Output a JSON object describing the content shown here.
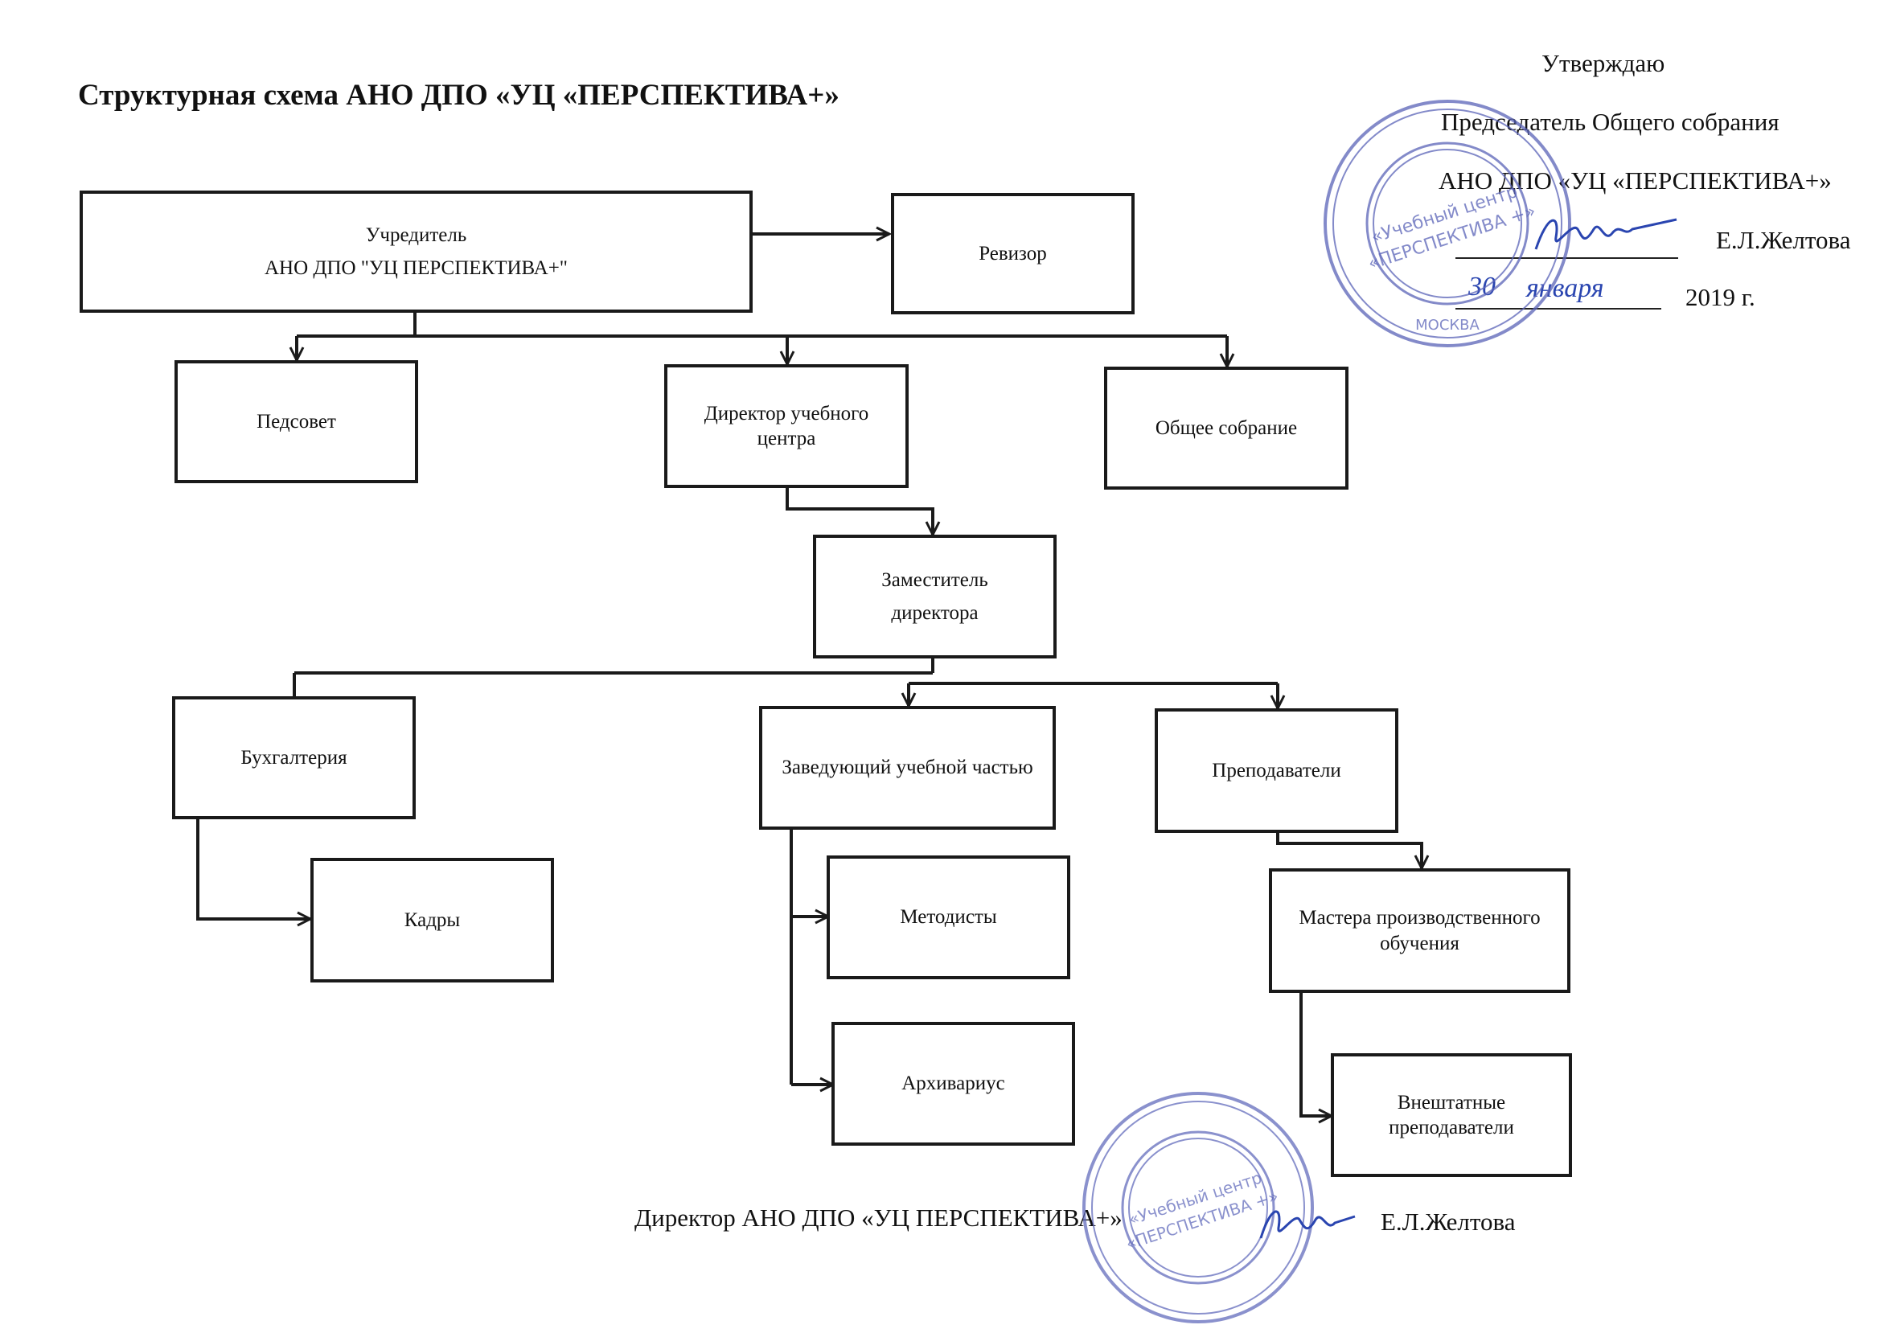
{
  "title": "Структурная схема АНО ДПО «УЦ «ПЕРСПЕКТИВА+»",
  "approval": {
    "heading": "Утверждаю",
    "position": "Председатель Общего собрания",
    "org": "АНО ДПО «УЦ «ПЕРСПЕКТИВА+»",
    "name": "Е.Л.Желтова",
    "day": "30",
    "month": "января",
    "year": "2019 г."
  },
  "boxes": {
    "founder": {
      "line1": "Учредитель",
      "line2": "АНО ДПО \"УЦ ПЕРСПЕКТИВА+\""
    },
    "auditor": "Ревизор",
    "pedsovet": "Педсовет",
    "director": {
      "line1": "Директор учебного",
      "line2": "центра"
    },
    "general_meeting": "Общее собрание",
    "deputy": {
      "line1": "Заместитель",
      "line2": "директора"
    },
    "accounting": "Бухгалтерия",
    "head_edu": "Заведующий учебной частью",
    "teachers": "Преподаватели",
    "hr": "Кадры",
    "methodists": "Методисты",
    "archivist": "Архивариус",
    "masters": {
      "line1": "Мастера производственного",
      "line2": "обучения"
    },
    "freelance": {
      "line1": "Внештатные",
      "line2": "преподаватели"
    }
  },
  "footer": {
    "text": "Директор  АНО ДПО «УЦ ПЕРСПЕКТИВА+»",
    "name": "Е.Л.Желтова"
  },
  "stamp": {
    "inner1": "«Учебный центр",
    "inner2": "«ПЕРСПЕКТИВА +»",
    "city": "МОСКВА",
    "color": "#5a63b8"
  },
  "signature_color": "#2a45b0"
}
